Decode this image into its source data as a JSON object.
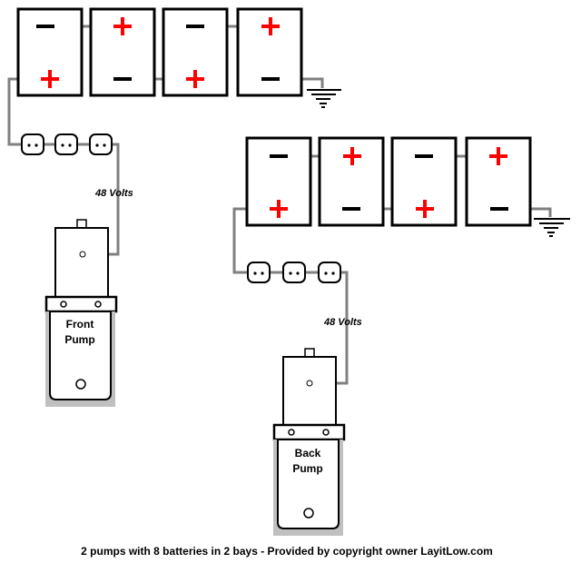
{
  "colors": {
    "wire": "#808080",
    "outline": "#000000",
    "positive": "#ff0000",
    "negative": "#000000",
    "background": "#ffffff",
    "pump_shade": "#c0c0c0"
  },
  "icons": {
    "positive_terminal": "plus-sign-icon",
    "negative_terminal": "minus-dash-icon",
    "ground": "ground-symbol-icon",
    "solenoid": "solenoid-icon",
    "pump": "hydraulic-pump-icon"
  },
  "bays": [
    {
      "id": "front-bay",
      "battery_count": 4,
      "solenoid_count": 3,
      "voltage_label": "48 Volts",
      "pump_label_line1": "Front",
      "pump_label_line2": "Pump"
    },
    {
      "id": "back-bay",
      "battery_count": 4,
      "solenoid_count": 3,
      "voltage_label": "48 Volts",
      "pump_label_line1": "Back",
      "pump_label_line2": "Pump"
    }
  ],
  "caption": "2 pumps with 8 batteries in 2 bays - Provided by copyright owner LayitLow.com"
}
